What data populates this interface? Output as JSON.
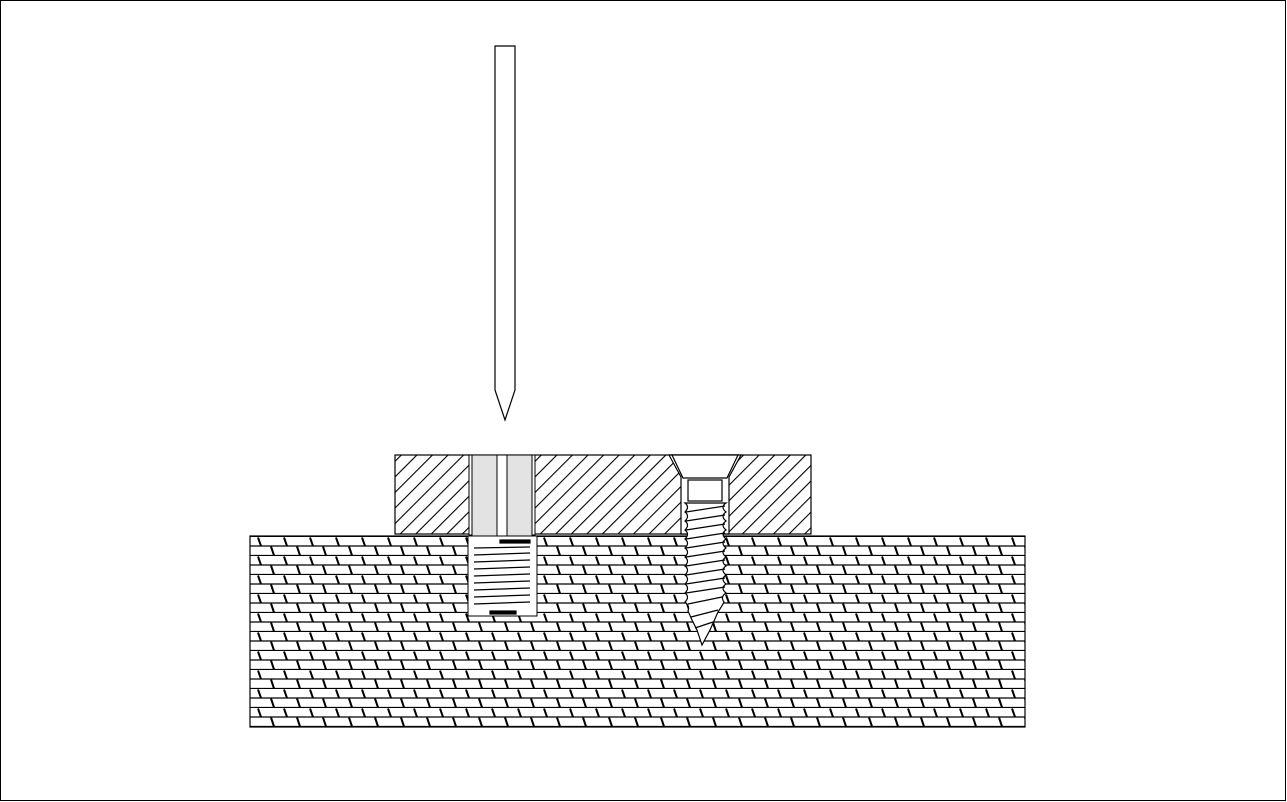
{
  "colors": {
    "line": "#000000",
    "background": "#ffffff",
    "insert_fill": "#e3e3e3"
  },
  "parts": [
    "nail",
    "wood-plate",
    "threaded-insert",
    "countersunk-screw",
    "masonry-base"
  ]
}
